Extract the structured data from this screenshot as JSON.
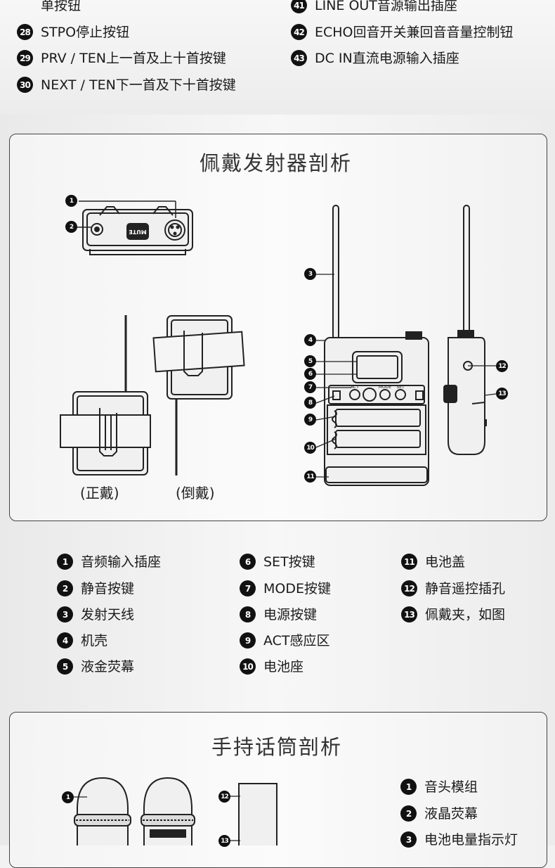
{
  "top_list": {
    "left": [
      {
        "num": "",
        "label": "单按钮"
      },
      {
        "num": "28",
        "label": "STPO停止按钮"
      },
      {
        "num": "29",
        "label": "PRV / TEN上一首及上十首按键"
      },
      {
        "num": "30",
        "label": "NEXT / TEN下一首及下十首按键"
      }
    ],
    "right": [
      {
        "num": "41",
        "label": "LINE OUT音源输出插座"
      },
      {
        "num": "42",
        "label": "ECHO回音开关兼回音音量控制钮"
      },
      {
        "num": "43",
        "label": "DC IN直流电源输入插座"
      }
    ]
  },
  "bodypack": {
    "title": "佩戴发射器剖析",
    "caption_front": "(正戴)",
    "caption_back": "(倒戴)",
    "button_mute": "MUTE",
    "button_act": "ACT",
    "button_mode": "MODE",
    "button_set": "SET",
    "diagram_numbers": [
      "1",
      "2",
      "3",
      "4",
      "5",
      "6",
      "7",
      "8",
      "9",
      "10",
      "11",
      "12",
      "13"
    ]
  },
  "bodypack_legend": {
    "col1": [
      {
        "num": "1",
        "label": "音频输入插座"
      },
      {
        "num": "2",
        "label": "静音按键"
      },
      {
        "num": "3",
        "label": "发射天线"
      },
      {
        "num": "4",
        "label": "机壳"
      },
      {
        "num": "5",
        "label": "液金荧幕"
      }
    ],
    "col2": [
      {
        "num": "6",
        "label": "SET按键"
      },
      {
        "num": "7",
        "label": "MODE按键"
      },
      {
        "num": "8",
        "label": "电源按键"
      },
      {
        "num": "9",
        "label": "ACT感应区"
      },
      {
        "num": "10",
        "label": "电池座"
      }
    ],
    "col3": [
      {
        "num": "11",
        "label": "电池盖"
      },
      {
        "num": "12",
        "label": "静音遥控插孔"
      },
      {
        "num": "13",
        "label": "佩戴夹，如图"
      }
    ]
  },
  "handheld": {
    "title": "手持话筒剖析",
    "legend": [
      {
        "num": "1",
        "label": "音头模组"
      },
      {
        "num": "2",
        "label": "液晶荧幕"
      },
      {
        "num": "3",
        "label": "电池电量指示灯"
      }
    ],
    "diagram_numbers": [
      "1",
      "12",
      "13"
    ]
  }
}
